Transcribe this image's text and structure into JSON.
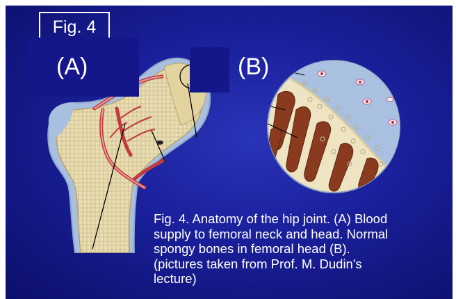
{
  "figure": {
    "tag": "Fig. 4",
    "label_a": "(A)",
    "label_b": "(B)",
    "caption_lines": [
      "Fig. 4. Anatomy of the hip joint. (A) Blood",
      "supply to femoral neck and head. Normal",
      "spongy bones in femoral head (B).",
      "(pictures taken from Prof. M. Dudin's",
      "lecture)"
    ]
  },
  "colors": {
    "background": "#1a1f9a",
    "bone": "#e8dcb0",
    "cartilage": "#9fb6d8",
    "vessel": "#c0393b",
    "trabecula": "#8a3a1e"
  }
}
